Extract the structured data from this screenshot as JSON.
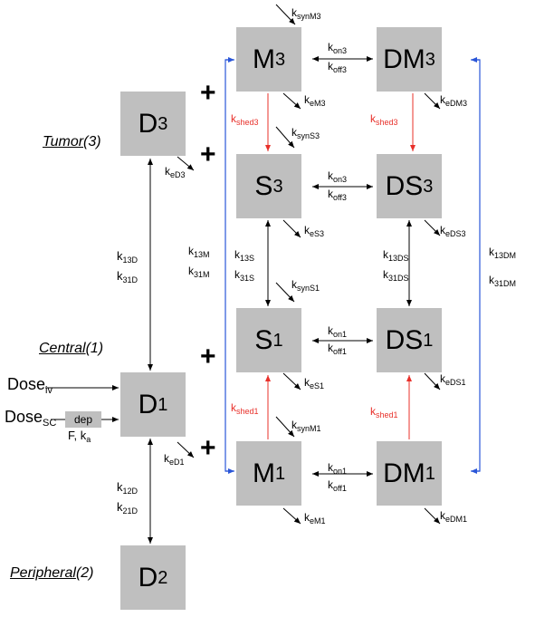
{
  "boxes": {
    "m3": {
      "main": "M",
      "sub": "3"
    },
    "dm3": {
      "main": "DM",
      "sub": "3"
    },
    "s3": {
      "main": "S",
      "sub": "3"
    },
    "ds3": {
      "main": "DS",
      "sub": "3"
    },
    "s1": {
      "main": "S",
      "sub": "1"
    },
    "ds1": {
      "main": "DS",
      "sub": "1"
    },
    "m1": {
      "main": "M",
      "sub": "1"
    },
    "dm1": {
      "main": "DM",
      "sub": "1"
    },
    "d3": {
      "main": "D",
      "sub": "3"
    },
    "d1": {
      "main": "D",
      "sub": "1"
    },
    "d2": {
      "main": "D",
      "sub": "2"
    }
  },
  "compartments": {
    "tumor": {
      "name": "Tumor",
      "num": "(3)"
    },
    "central": {
      "name": "Central",
      "num": "(1)"
    },
    "peripheral": {
      "name": "Peripheral",
      "num": "(2)"
    }
  },
  "plus": "+",
  "dose": {
    "iv": {
      "main": "Dose",
      "sub": "iv"
    },
    "sc": {
      "main": "Dose",
      "sub": "SC"
    },
    "dep": "dep",
    "f": "F, k",
    "ka_sub": "a"
  },
  "rates": {
    "ksynM3": {
      "k": "k",
      "sub": "synM3"
    },
    "kon3_a": {
      "k": "k",
      "sub": "on3"
    },
    "koff3_a": {
      "k": "k",
      "sub": "off3"
    },
    "keM3": {
      "k": "k",
      "sub": "eM3"
    },
    "keDM3": {
      "k": "k",
      "sub": "eDM3"
    },
    "kshed3_a": {
      "k": "k",
      "sub": "shed3"
    },
    "kshed3_b": {
      "k": "k",
      "sub": "shed3"
    },
    "ksynS3": {
      "k": "k",
      "sub": "synS3"
    },
    "keD3": {
      "k": "k",
      "sub": "eD3"
    },
    "kon3_b": {
      "k": "k",
      "sub": "on3"
    },
    "koff3_b": {
      "k": "k",
      "sub": "off3"
    },
    "keS3": {
      "k": "k",
      "sub": "eS3"
    },
    "keDS3": {
      "k": "k",
      "sub": "eDS3"
    },
    "k13D": {
      "k": "k",
      "sub": "13D"
    },
    "k31D": {
      "k": "k",
      "sub": "31D"
    },
    "k13M": {
      "k": "k",
      "sub": "13M"
    },
    "k31M": {
      "k": "k",
      "sub": "31M"
    },
    "k13S": {
      "k": "k",
      "sub": "13S"
    },
    "k31S": {
      "k": "k",
      "sub": "31S"
    },
    "k13DS": {
      "k": "k",
      "sub": "13DS"
    },
    "k31DS": {
      "k": "k",
      "sub": "31DS"
    },
    "k13DM": {
      "k": "k",
      "sub": "13DM"
    },
    "k31DM": {
      "k": "k",
      "sub": "31DM"
    },
    "ksynS1": {
      "k": "k",
      "sub": "synS1"
    },
    "kon1_a": {
      "k": "k",
      "sub": "on1"
    },
    "koff1_a": {
      "k": "k",
      "sub": "off1"
    },
    "keS1": {
      "k": "k",
      "sub": "eS1"
    },
    "keDS1": {
      "k": "k",
      "sub": "eDS1"
    },
    "kshed1_a": {
      "k": "k",
      "sub": "shed1"
    },
    "kshed1_b": {
      "k": "k",
      "sub": "shed1"
    },
    "ksynM1": {
      "k": "k",
      "sub": "synM1"
    },
    "keD1": {
      "k": "k",
      "sub": "eD1"
    },
    "kon1_b": {
      "k": "k",
      "sub": "on1"
    },
    "koff1_b": {
      "k": "k",
      "sub": "off1"
    },
    "keM1": {
      "k": "k",
      "sub": "eM1"
    },
    "keDM1": {
      "k": "k",
      "sub": "eDM1"
    },
    "k12D": {
      "k": "k",
      "sub": "12D"
    },
    "k21D": {
      "k": "k",
      "sub": "21D"
    }
  },
  "colors": {
    "box": "#bfbfbf",
    "shed": "#e8302a",
    "blue": "#2a56d8",
    "line": "#000000"
  }
}
